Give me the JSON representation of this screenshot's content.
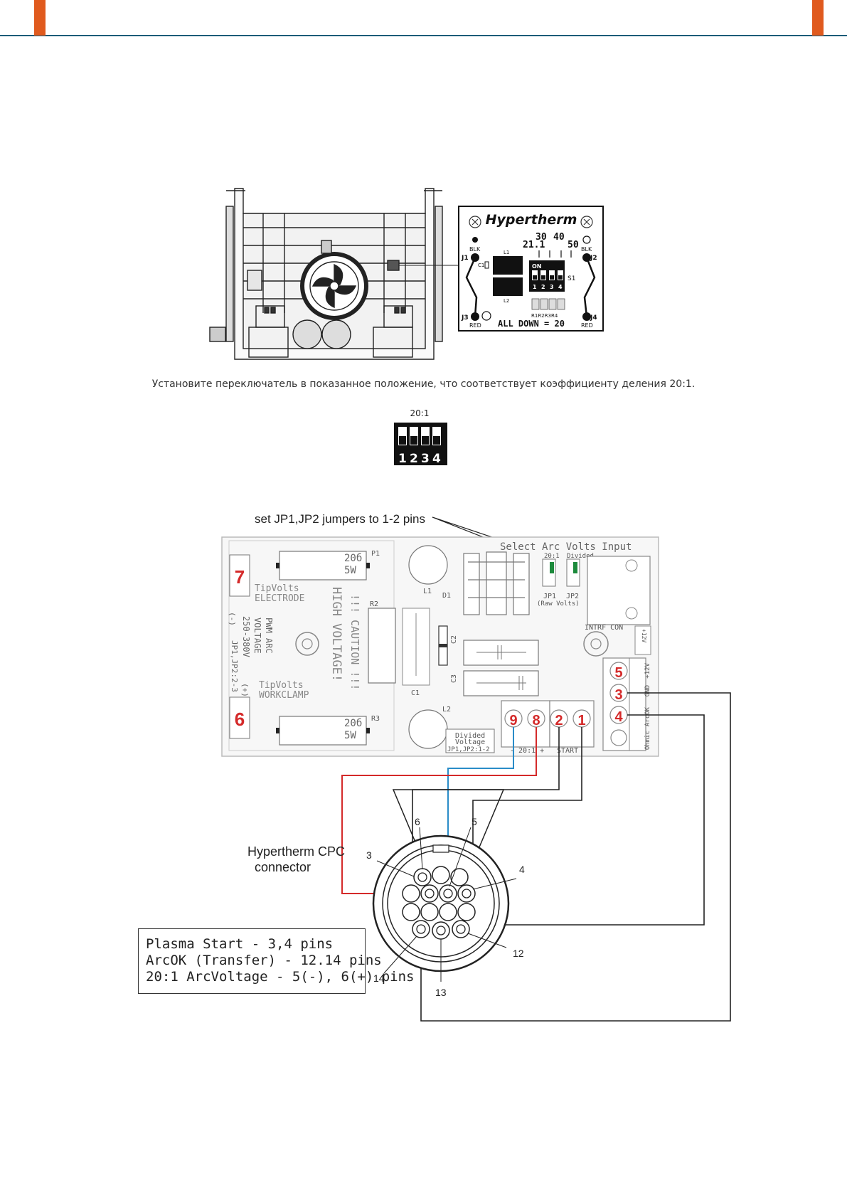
{
  "header": {
    "accent_color": "#e05a1e",
    "rule_color": "#1a5c78"
  },
  "switch_card": {
    "brand": "Hypertherm",
    "ratios": [
      "21.1",
      "30",
      "40",
      "50"
    ],
    "labels": {
      "blk_left": "BLK",
      "blk_right": "BLK",
      "red_left": "RED",
      "red_right": "RED",
      "j1": "J1",
      "j2": "J2",
      "j3": "J3",
      "j4": "J4",
      "l1": "L1",
      "l2": "L2",
      "c1": "C1",
      "s1": "S1",
      "on": "ON",
      "resistors": "R1R2R3R4",
      "all_down": "ALL DOWN = 20"
    },
    "switch_numbers": [
      "1",
      "2",
      "3",
      "4"
    ]
  },
  "caption": "Установите переключатель в показанное положение, что соответствует коэффициенту деления 20:1.",
  "dip_icon": {
    "ratio": "20:1",
    "numbers": [
      "1",
      "2",
      "3",
      "4"
    ]
  },
  "board": {
    "jumper_note": "set JP1,JP2 jumpers to 1-2 pins",
    "header_text": "Select Arc Volts Input",
    "sub_20_1": "20:1",
    "sub_divided": "Divided",
    "jp1": "JP1",
    "jp2": "JP2",
    "raw_volts": "(Raw Volts)",
    "intrf": "INTRF CON",
    "res_top": {
      "ref": "P1",
      "value": "20б",
      "power": "5W"
    },
    "res_bottom": {
      "ref": "R3",
      "value": "20б",
      "power": "5W"
    },
    "tip_electrode": [
      "TipVolts",
      "ELECTRODE"
    ],
    "tip_workclamp": [
      "TipVolts",
      "WORKCLAMP"
    ],
    "vertical_left": [
      "(-)",
      "PWM ARC",
      "VOLTAGE",
      "250-380V",
      "JP1,JP2:2-3",
      "(+)"
    ],
    "warning": "!!! CAUTION !!!",
    "high_voltage": "HIGH VOLTAGE!",
    "component_labels": {
      "r2": "R2",
      "l1": "L1",
      "l2": "L2",
      "d1": "D1",
      "c1": "C1",
      "c2": "C2",
      "c3": "C3"
    },
    "divided_box": [
      "Divided",
      "Voltage",
      "JP1,JP2:1-2"
    ],
    "term_20_1": "- 20:1 +",
    "term_start": "START",
    "big_7": "7",
    "big_6": "6",
    "left_terminals": [
      "9",
      "8",
      "2",
      "1"
    ],
    "right_terminals": [
      "5",
      "3",
      "4"
    ],
    "right_labels": [
      "+12V",
      "GND",
      "ArcOK",
      "Ohmic"
    ],
    "intrf_small": "+12V"
  },
  "connector": {
    "title_lines": [
      "Hypertherm CPC",
      "connector"
    ],
    "pins": [
      "6",
      "5",
      "3",
      "4",
      "12",
      "14",
      "13"
    ]
  },
  "notes": [
    "Plasma Start - 3,4 pins",
    "ArcOK (Transfer) - 12.14 pins",
    "20:1 ArcVoltage - 5(-), 6(+) pins"
  ],
  "colors": {
    "number_red": "#d42a2a",
    "wire_red": "#d42a2a",
    "wire_blue": "#2a8cc8",
    "jumper_green": "#1c8a3c"
  }
}
